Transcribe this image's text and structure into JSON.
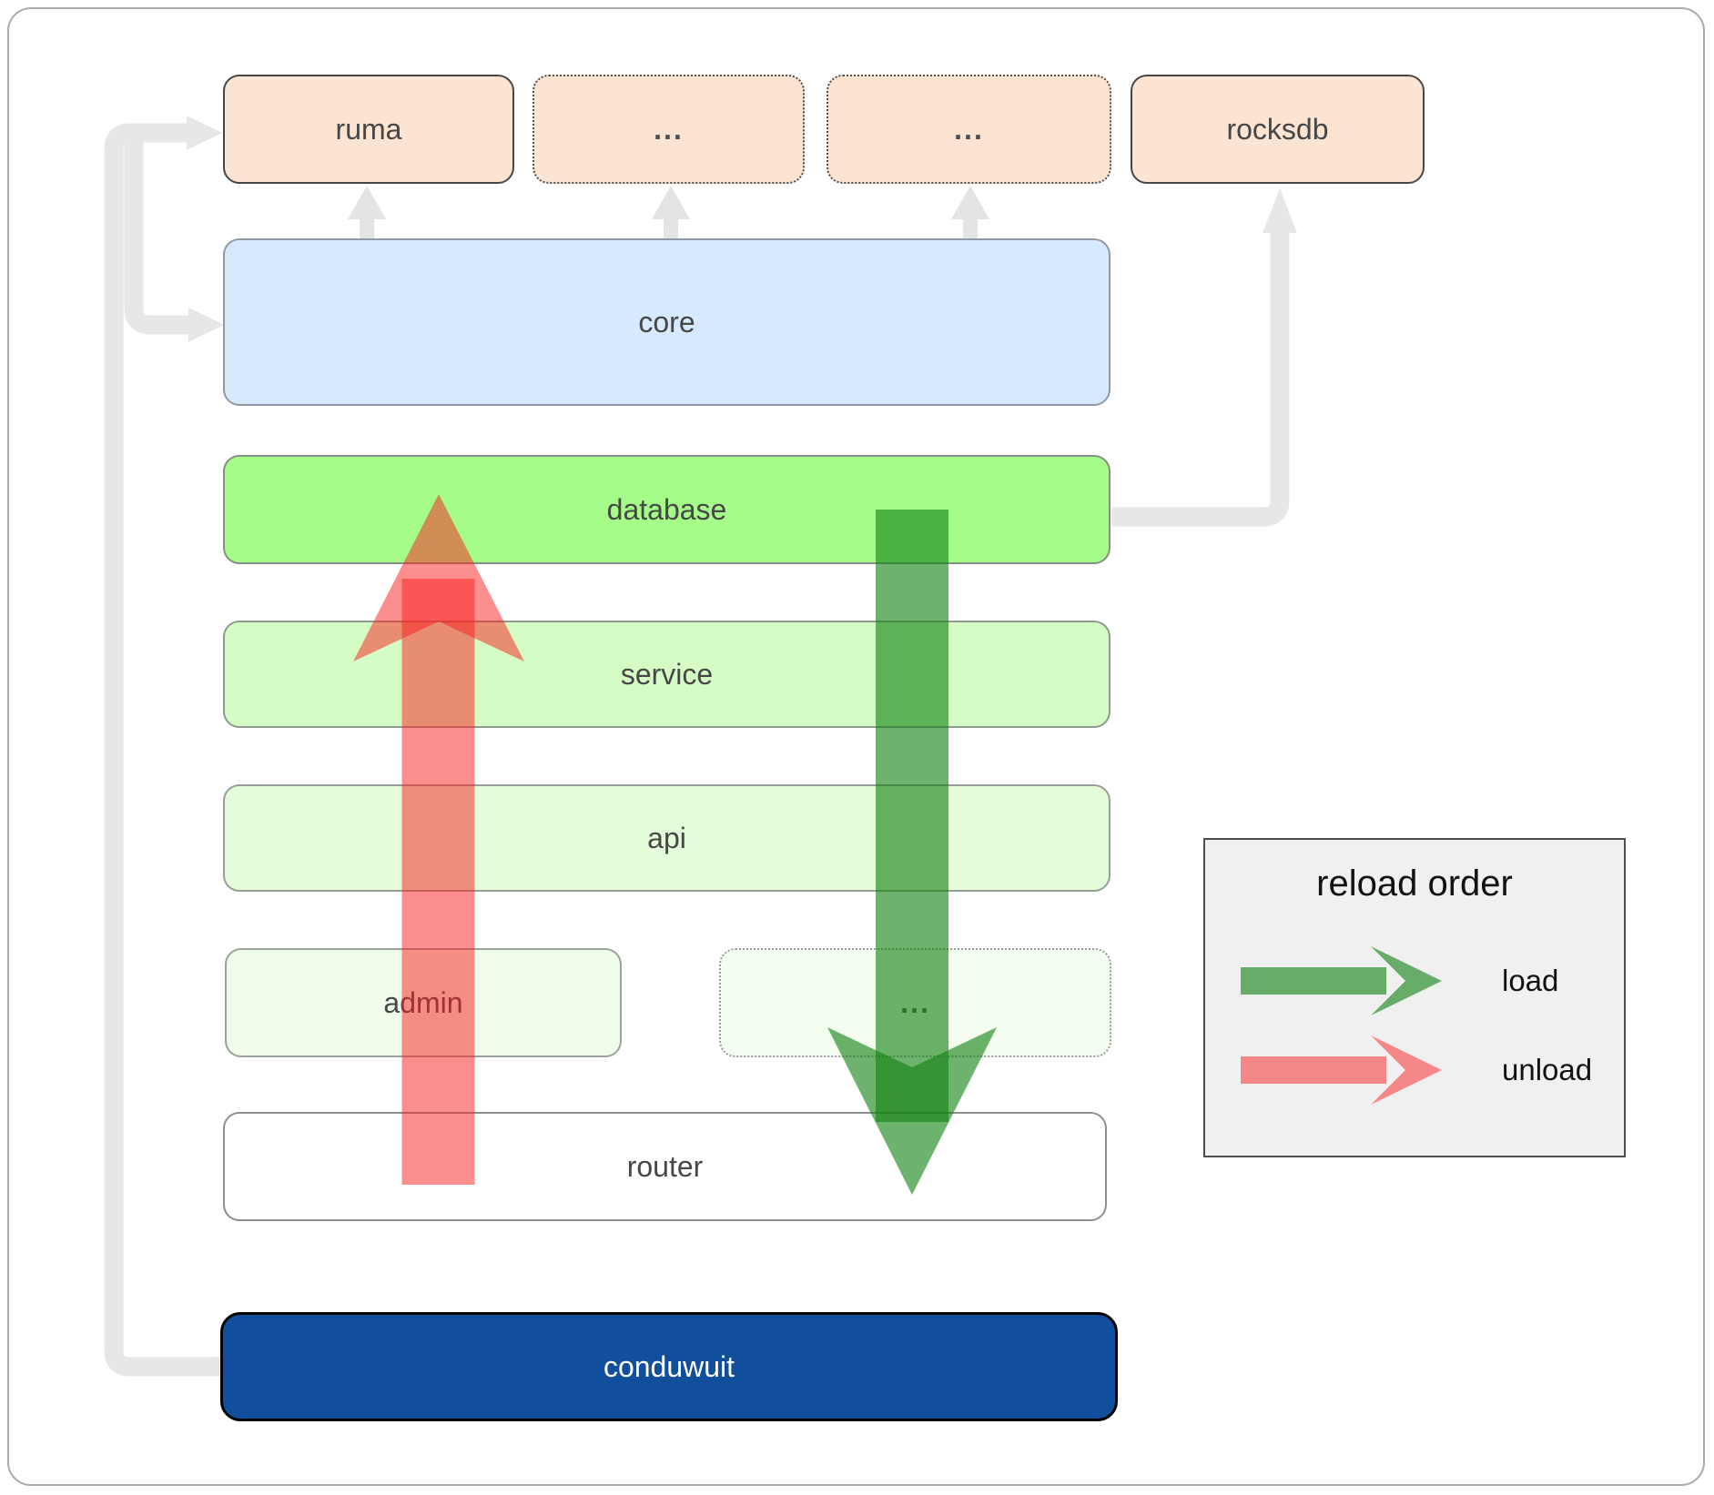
{
  "nodes": {
    "ruma": "ruma",
    "dots_top_1": "...",
    "dots_top_2": "...",
    "rocksdb": "rocksdb",
    "core": "core",
    "database": "database",
    "service": "service",
    "api": "api",
    "admin": "admin",
    "dots_admin": "...",
    "router": "router",
    "conduwuit": "conduwuit"
  },
  "legend": {
    "title": "reload order",
    "items": [
      {
        "label": "load",
        "icon": "green-right-arrow-icon",
        "color": "#148214"
      },
      {
        "label": "unload",
        "icon": "red-right-arrow-icon",
        "color": "#fa1e1e"
      }
    ]
  },
  "flows": {
    "load_arrow": {
      "direction": "down",
      "from": "database",
      "to": "router",
      "color": "#148214"
    },
    "unload_arrow": {
      "direction": "up",
      "from": "router",
      "to": "database",
      "color": "#fa1e1e"
    },
    "gray_connectors": [
      {
        "from": "conduwuit",
        "to": "ruma"
      },
      {
        "from": "conduwuit",
        "to": "core"
      },
      {
        "from": "core",
        "to": "ruma"
      },
      {
        "from": "core",
        "to": "dots_top_1"
      },
      {
        "from": "core",
        "to": "dots_top_2"
      },
      {
        "from": "database",
        "to": "rocksdb"
      }
    ]
  },
  "colors": {
    "node_peach": "#fce4d2",
    "node_blue": "#d7e9fc",
    "node_green": "#a6fc88",
    "node_green_light": "#d6fcc6",
    "node_green_lighter": "#e4fcda",
    "node_green_faint": "#eefce9",
    "node_green_faintest": "#f3fdf0",
    "conduwuit_blue": "#114e9c",
    "load_green": "#148214",
    "unload_red": "#fa1e1e",
    "connector_gray": "#e7e7e7",
    "legend_bg": "#f0f0f0",
    "label_gray": "#474747"
  }
}
